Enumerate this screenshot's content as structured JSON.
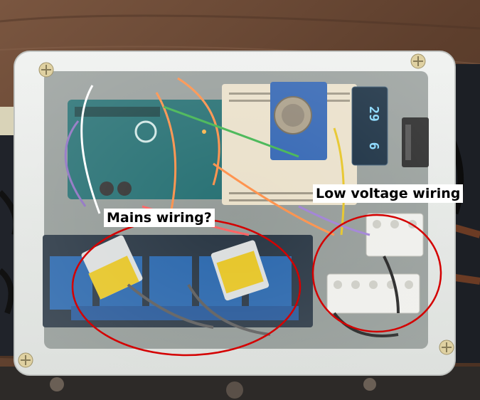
{
  "annotations": {
    "mains_wiring": "Mains wiring?",
    "low_voltage_wiring": "Low voltage wiring"
  },
  "display": {
    "top_digits": "29",
    "bottom_digits": "6"
  },
  "colors": {
    "annotation_circle": "#d40000",
    "enclosure": "#e4e7e4",
    "wall_wood": "#6b4a36",
    "relay_blue": "#1f5fa8",
    "arduino_teal": "#1d6a6d",
    "breadboard": "#e9dfc8",
    "connector_yellow": "#e5c21b",
    "lcd_background": "#0b2236",
    "lcd_digits": "#7fd6ff"
  }
}
